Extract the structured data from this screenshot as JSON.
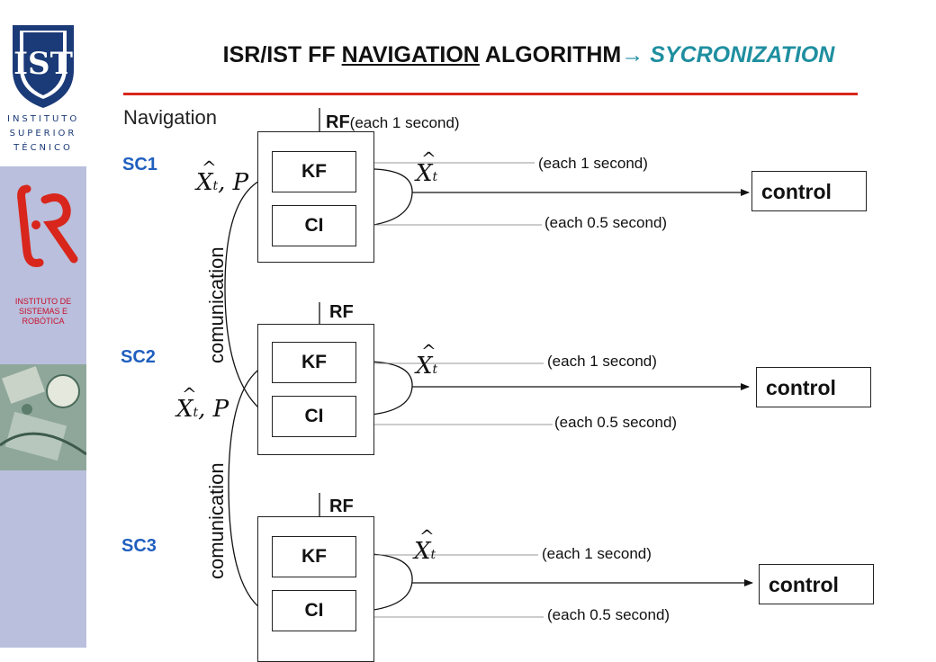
{
  "title": {
    "prefix": "ISR/IST FF ",
    "underlined": "NAVIGATION",
    "middle": " ALGORITHM",
    "arrow": "→ ",
    "accent": "SYCRONIZATION"
  },
  "logos": {
    "ist_lines": [
      "INSTITUTO",
      "SUPERIOR",
      "TÉCNICO"
    ],
    "isr_caption": [
      "INSTITUTO DE",
      "SISTEMAS E",
      "ROBÓTICA"
    ]
  },
  "navigation_label": "Navigation",
  "subsystems": [
    {
      "label": "SC1",
      "rf": "RF",
      "rf_rate": "(each 1 second)",
      "kf": "KF",
      "ci": "CI",
      "kf_rate": "(each 1 second)",
      "ci_rate": "(each 0.5 second)",
      "control": "control"
    },
    {
      "label": "SC2",
      "rf": "RF",
      "kf": "KF",
      "ci": "CI",
      "kf_rate": "(each 1 second)",
      "ci_rate": "(each 0.5 second)",
      "control": "control"
    },
    {
      "label": "SC3",
      "rf": "RF",
      "kf": "KF",
      "ci": "CI",
      "kf_rate": "(each 1 second)",
      "ci_rate": "(each 0.5 second)",
      "control": "control"
    }
  ],
  "communication_label": "comunication",
  "math": {
    "state": "X",
    "sub": "t",
    "cov": ", P",
    "hat": "^"
  },
  "colors": {
    "title_accent": "#1f8fa0",
    "sc_label": "#1f5fbf",
    "rule": "#d8261c",
    "sidebar": "#b9bfdc"
  }
}
